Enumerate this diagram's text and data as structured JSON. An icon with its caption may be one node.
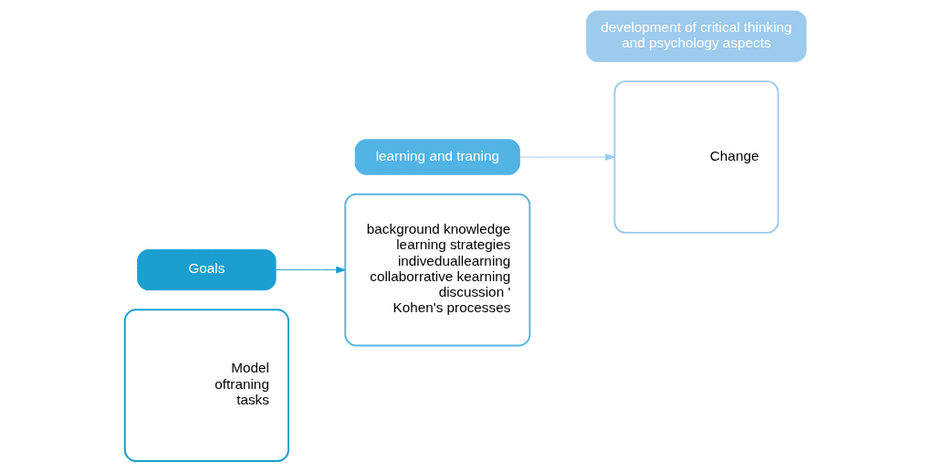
{
  "diagram": {
    "nodes": [
      {
        "text": [
          "Model",
          "oftraning",
          "tasks"
        ]
      },
      {
        "text": [
          "Goals"
        ]
      },
      {
        "text": [
          "background knowledge",
          "learning strategies",
          "indiveduallearning",
          "collaborrative kearning",
          "discussion '",
          "Kohen's processes"
        ]
      },
      {
        "text": [
          "learning and traning"
        ]
      },
      {
        "text": [
          "Change"
        ]
      },
      {
        "text": [
          "development of critical thinking and psychology aspects"
        ]
      }
    ],
    "edges": [
      {
        "from": 1,
        "to": 2,
        "arrow": "to",
        "color": "#1a9fd0"
      },
      {
        "from": 3,
        "to": 4,
        "arrow": "to",
        "color": "#9ccbee"
      }
    ]
  }
}
